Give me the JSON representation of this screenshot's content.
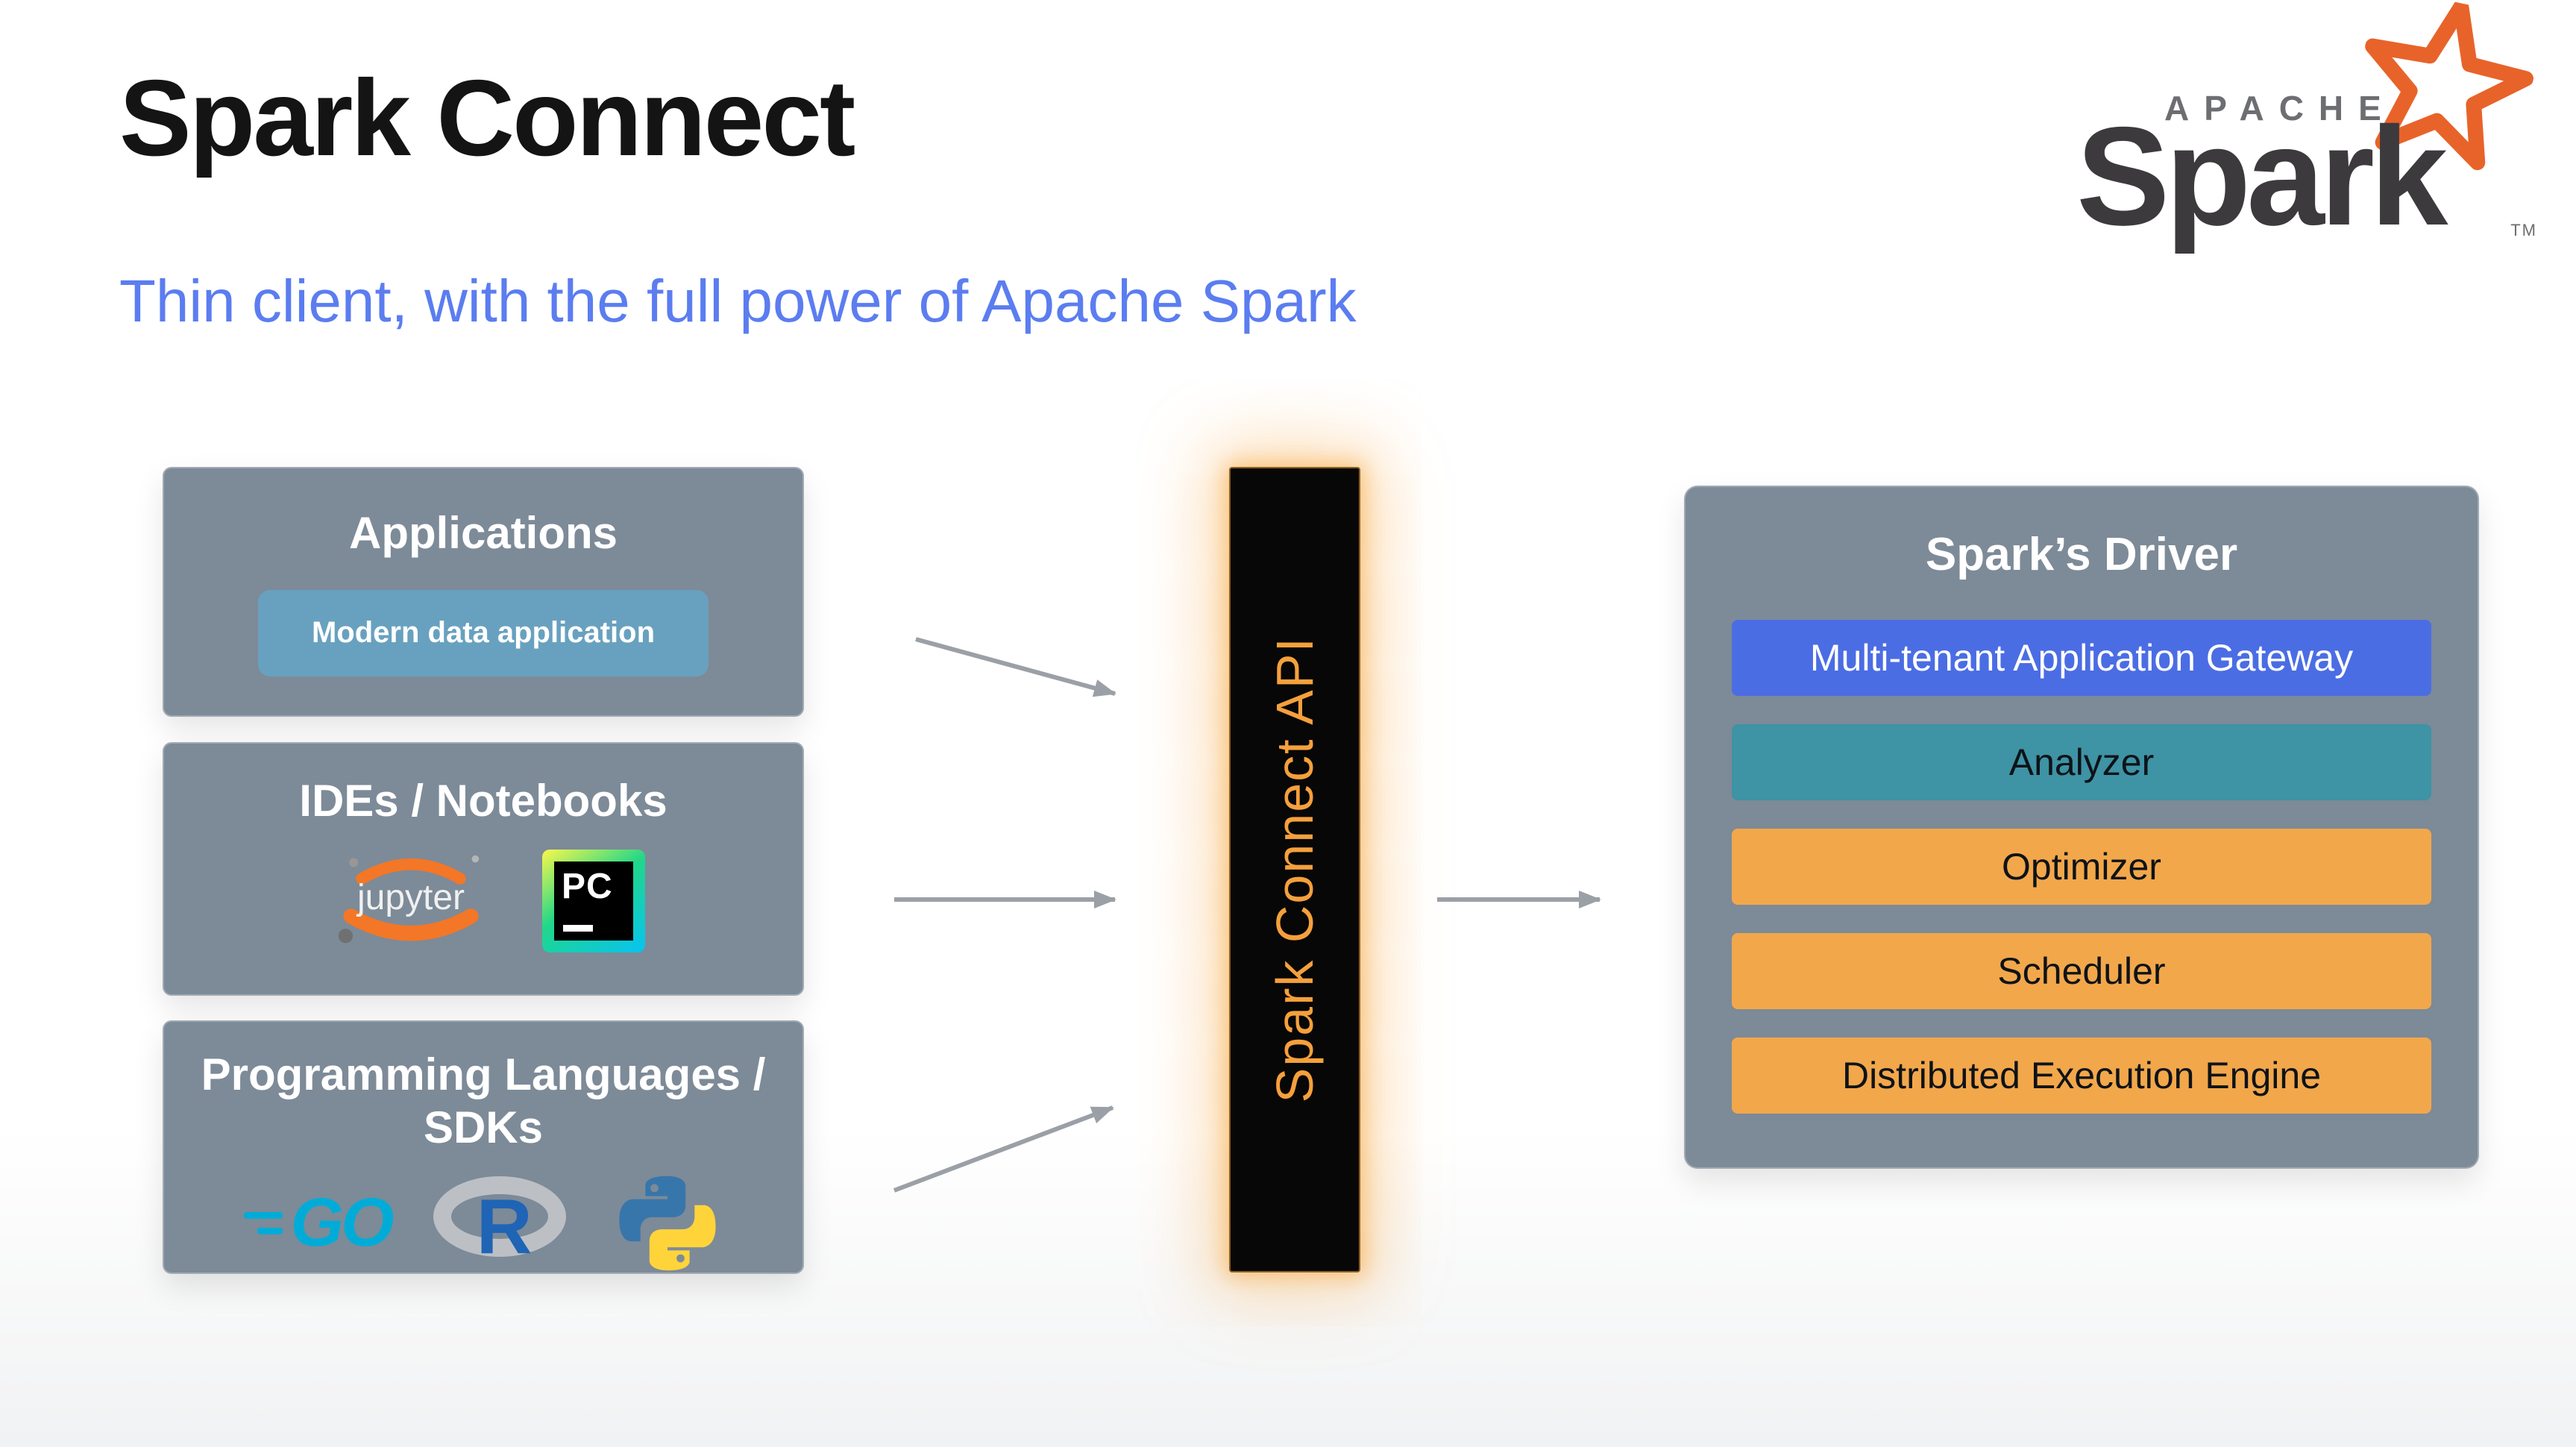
{
  "header": {
    "title": "Spark Connect",
    "subtitle": "Thin client, with the full power of Apache Spark"
  },
  "logo": {
    "apache": "APACHE",
    "spark": "Spark",
    "tm": "TM"
  },
  "sources": [
    {
      "title": "Applications",
      "button_label": "Modern data application"
    },
    {
      "title": "IDEs / Notebooks",
      "jupyter_label": "jupyter",
      "pycharm_label": "PC"
    },
    {
      "title_line1": "Programming Languages /",
      "title_line2": "SDKs",
      "go_label": "GO",
      "r_label": "R"
    }
  ],
  "connector": {
    "label": "Spark Connect API"
  },
  "driver": {
    "title": "Spark’s Driver",
    "bars": [
      {
        "label": "Multi-tenant Application Gateway"
      },
      {
        "label": "Analyzer"
      },
      {
        "label": "Optimizer"
      },
      {
        "label": "Scheduler"
      },
      {
        "label": "Distributed Execution Engine"
      }
    ]
  },
  "colors": {
    "subtitle_blue": "#5b7df0",
    "panel_gray": "#7d8a98",
    "app_button_blue": "#68a1bf",
    "connector_text_orange": "#f5a03c",
    "gateway_blue": "#4b6de4",
    "analyzer_teal": "#3e93a4",
    "stage_orange": "#f2a74b",
    "spark_logo_orange": "#e8632a",
    "arrow_gray": "#9aa0a6"
  }
}
